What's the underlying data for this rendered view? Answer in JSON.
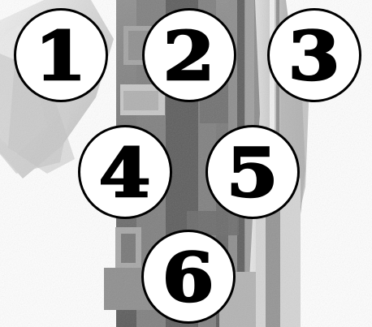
{
  "image": {
    "style": "black and white engine photo background with numbered circle overlays",
    "background_colors": [
      "#ffffff",
      "#d9d9d9",
      "#a9a9a9",
      "#6f6f6f",
      "#2b2b2b"
    ]
  },
  "labels": [
    "1",
    "2",
    "3",
    "4",
    "5",
    "6"
  ],
  "colors": {
    "circle_fill": "#ffffff",
    "circle_border": "#000000",
    "text": "#000000"
  }
}
